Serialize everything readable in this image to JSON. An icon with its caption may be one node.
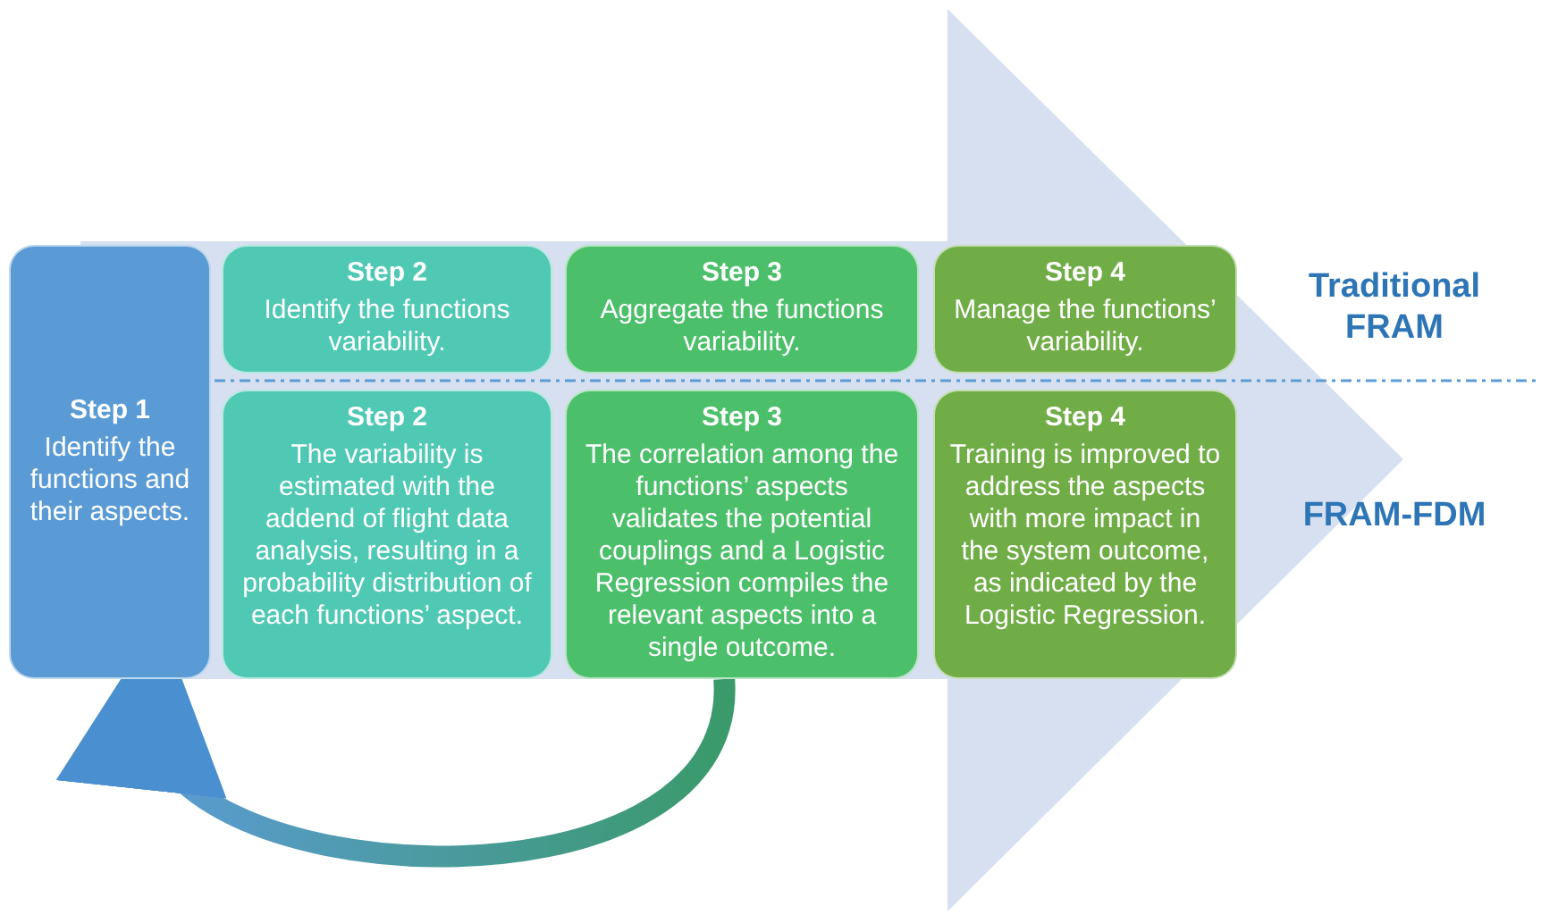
{
  "diagram": {
    "nodes": [
      {
        "text": [
          "Step 1",
          "Identify the functions and their aspects."
        ]
      },
      {
        "text": [
          "Step 2",
          "Identify the functions variability."
        ]
      },
      {
        "text": [
          "Step 3",
          "Aggregate the functions variability."
        ]
      },
      {
        "text": [
          "Step 4",
          "Manage the functions’ variability."
        ]
      },
      {
        "text": [
          "Step 2",
          "The variability is estimated with the addend of flight data analysis, resulting in a probability distribution of each functions’ aspect."
        ]
      },
      {
        "text": [
          "Step 3",
          "The correlation among the functions’ aspects validates the potential couplings and a Logistic Regression compiles the relevant aspects into a single outcome."
        ]
      },
      {
        "text": [
          "Step 4",
          "Training is improved to address the aspects with more impact in the system outcome, as indicated by the Logistic Regression."
        ]
      }
    ],
    "edges": [
      {
        "from": 5,
        "to": 0,
        "arrow": "to"
      }
    ],
    "labels": [
      "Traditional FRAM",
      "FRAM-FDM"
    ]
  }
}
